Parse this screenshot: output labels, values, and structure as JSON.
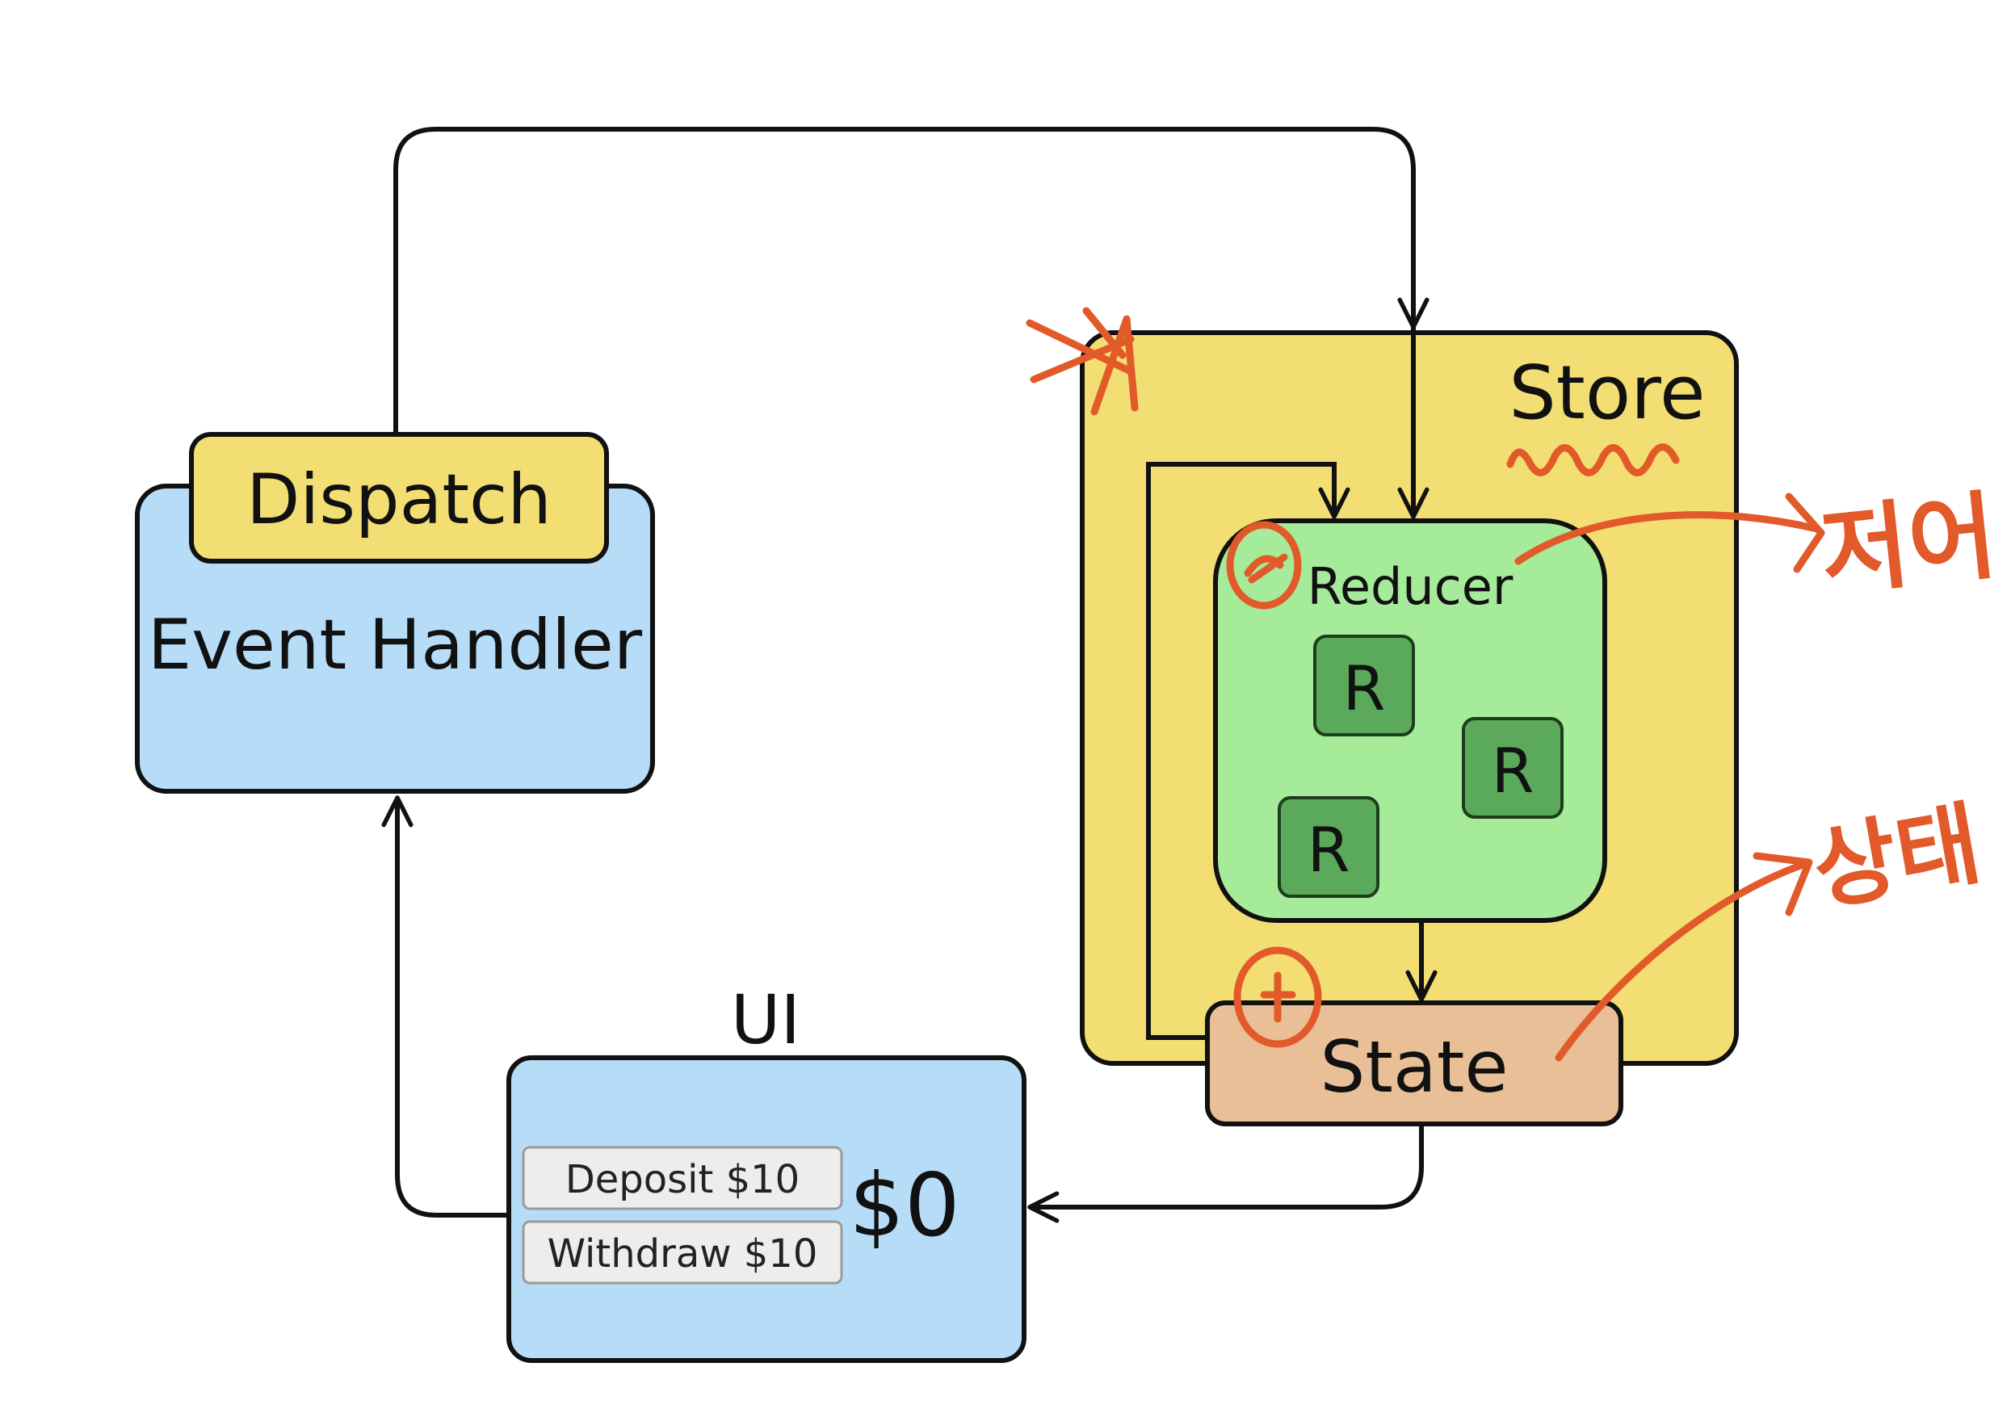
{
  "labels": {
    "dispatch": "Dispatch",
    "event_handler": "Event Handler",
    "store": "Store",
    "reducer": "Reducer",
    "reducer_item": "R",
    "state": "State",
    "ui_title": "UI",
    "ui_balance": "$0"
  },
  "ui": {
    "deposit_button": "Deposit $10",
    "withdraw_button": "Withdraw $10"
  },
  "colors": {
    "dispatch_fill": "#f3de74",
    "event_handler_fill": "#b6dcf7",
    "store_fill": "#f3de74",
    "reducer_fill": "#a6eb9a",
    "reducer_item_fill": "#5ba95b",
    "state_fill": "#e8bf96",
    "ui_fill": "#b6dcf7",
    "outline": "#111111",
    "annotation": "#e25a2a"
  },
  "annotations": {
    "reducer_note": "저어",
    "state_note": "상태"
  }
}
